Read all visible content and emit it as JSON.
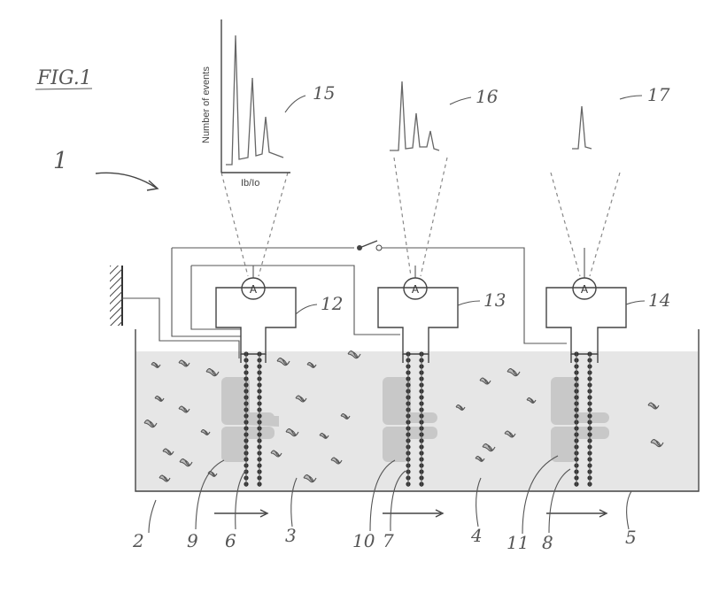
{
  "figure": {
    "title": "FIG.1",
    "ref_device": "1",
    "axis_y_label": "Number of events",
    "axis_x_label": "Ib/Io",
    "ammeter_symbol": "A",
    "refs": {
      "r2": "2",
      "r3": "3",
      "r4": "4",
      "r5": "5",
      "r6": "6",
      "r7": "7",
      "r8": "8",
      "r9": "9",
      "r10": "10",
      "r11": "11",
      "r12": "12",
      "r13": "13",
      "r14": "14",
      "r15": "15",
      "r16": "16",
      "r17": "17"
    }
  }
}
